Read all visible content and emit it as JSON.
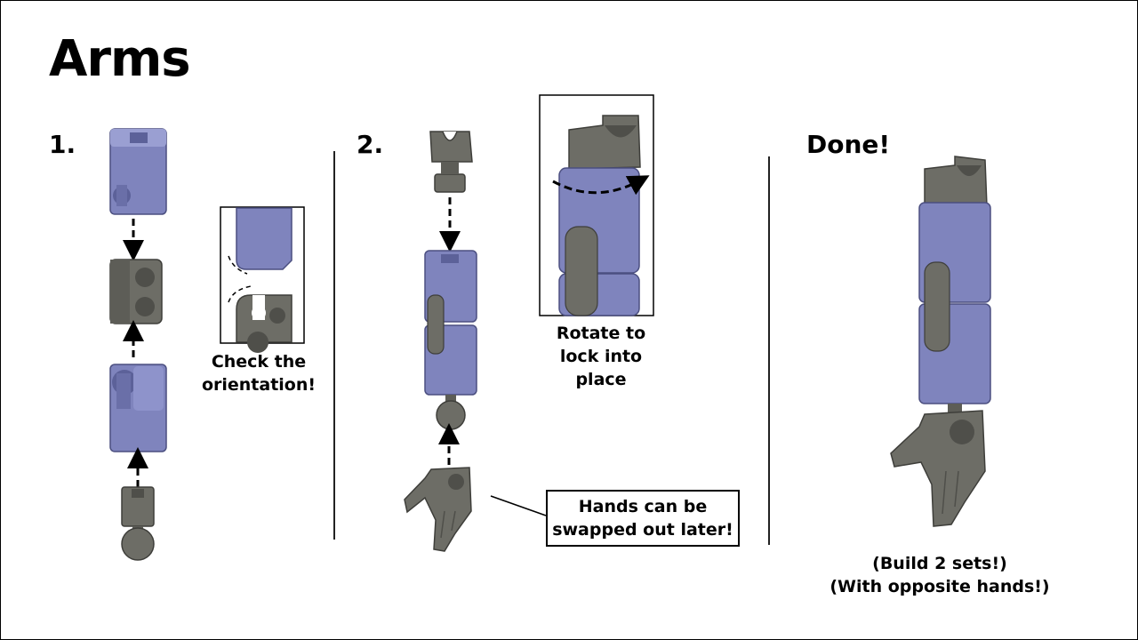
{
  "title": "Arms",
  "steps": {
    "one": "1.",
    "two": "2.",
    "done": "Done!"
  },
  "captions": {
    "orientation_line1": "Check the",
    "orientation_line2": "orientation!",
    "rotate_line1": "Rotate to",
    "rotate_line2": "lock into",
    "rotate_line3": "place",
    "hands_line1": "Hands can be",
    "hands_line2": "swapped out later!",
    "sets_line1": "(Build 2 sets!)",
    "sets_line2": "(With opposite hands!)"
  },
  "colors": {
    "purple_part": "#7f84bd",
    "purple_dark": "#5c6199",
    "gray_part": "#6d6d66",
    "gray_dark": "#4f4f4a"
  }
}
